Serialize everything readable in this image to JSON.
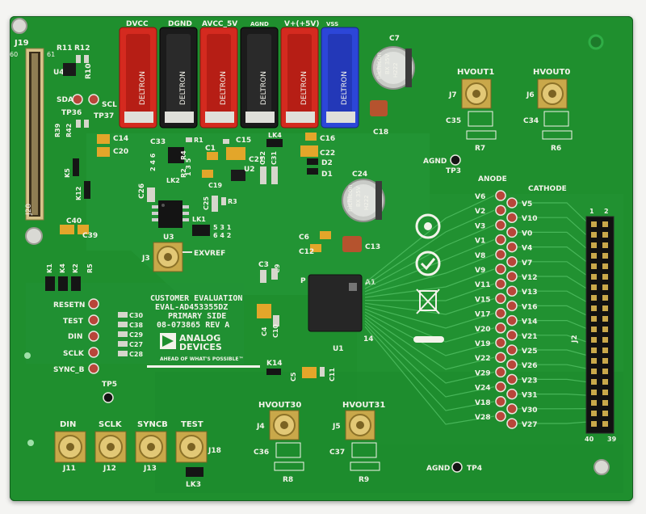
{
  "colors": {
    "board": "#1f8f2e",
    "board_dark": "#167024",
    "copper": "#2aa33a",
    "silk": "#f3f3ea",
    "red_post": "#d42a1f",
    "black_post": "#1b1b1b",
    "blue_post": "#2c46d8",
    "gold": "#c9a84a"
  },
  "labels": {
    "post_dvcc": "DVCC",
    "post_dgnd": "DGND",
    "post_avcc": "AVCC_5V",
    "post_agnd": "AGND",
    "post_vp": "V+(+5V)",
    "post_vss": "VSS",
    "brand": "DELTRON",
    "j19": "J19",
    "j20": "J20",
    "n60": "60",
    "n61": "61",
    "n1": "1",
    "n2": "2",
    "n40": "40",
    "n39": "39",
    "r11": "R11",
    "r12": "R12",
    "r10": "R10",
    "u4": "U4",
    "sda": "SDA",
    "scl": "SCL",
    "tp36": "TP36",
    "tp37": "TP37",
    "r39": "R39",
    "r42": "R42",
    "c14": "C14",
    "c20": "C20",
    "k5": "K5",
    "k12": "K12",
    "c40": "C40",
    "c39": "C39",
    "c33": "C33",
    "r1": "R1",
    "r4": "R4",
    "r2": "R2",
    "r3": "R3",
    "c15": "C15",
    "c1": "C1",
    "c21": "C21",
    "c19": "C19",
    "u2": "U2",
    "c32": "C32",
    "c31": "C31",
    "lk4": "LK4",
    "c16": "C16",
    "c22": "C22",
    "d2": "D2",
    "d1": "D1",
    "lk2": "LK2",
    "num246": "2 4 6",
    "num135": "1 3 5",
    "c26": "C26",
    "c25": "C25",
    "u3": "U3",
    "lk1": "LK1",
    "num531": "5 3 1",
    "num642": "6 4 2",
    "j3": "J3",
    "exvref": "EXVREF",
    "c3": "C3",
    "c9": "C9",
    "c6": "C6",
    "c12": "C12",
    "c13": "C13",
    "c7": "C7",
    "c18": "C18",
    "c24": "C24",
    "cap_brand": "nichicon",
    "cap_val1": "10",
    "cap_val2": "BX 35V",
    "cap_code": "H222",
    "hvout1": "HVOUT1",
    "hvout0": "HVOUT0",
    "j7": "J7",
    "j6": "J6",
    "c35": "C35",
    "c34": "C34",
    "r7": "R7",
    "r6": "R6",
    "agnd_label": "AGND",
    "tp3": "TP3",
    "tp4": "TP4",
    "anode": "ANODE",
    "cathode": "CATHODE",
    "j2": "J2",
    "k1": "K1",
    "k4": "K4",
    "k2": "K2",
    "r5": "R5",
    "resetn": "RESETN",
    "test": "TEST",
    "din": "DIN",
    "sclk": "SCLK",
    "sync_b": "SYNC_B",
    "c30": "C30",
    "c38": "C38",
    "c29": "C29",
    "c27": "C27",
    "c28": "C28",
    "title1": "CUSTOMER EVALUATION",
    "title2": "EVAL-AD453355DZ",
    "title3": "PRIMARY SIDE",
    "title4": "08-073865 REV A",
    "logo_line1": "ANALOG",
    "logo_line2": "DEVICES",
    "tagline": "AHEAD OF WHAT'S POSSIBLE™",
    "c4": "C4",
    "c10": "C10",
    "u1": "U1",
    "p": "P",
    "a1": "A1",
    "n14": "14",
    "k14": "K14",
    "c5": "C5",
    "c11": "C11",
    "tp5": "TP5",
    "hvout30": "HVOUT30",
    "hvout31": "HVOUT31",
    "j4": "J4",
    "j5": "J5",
    "c36": "C36",
    "c37": "C37",
    "r8": "R8",
    "r9": "R9",
    "sma_din": "DIN",
    "sma_sclk": "SCLK",
    "sma_syncb": "SYNCB",
    "sma_test": "TEST",
    "j11": "J11",
    "j12": "J12",
    "j13": "J13",
    "j18": "J18",
    "lk3": "LK3"
  },
  "pins_left": [
    "V6",
    "V2",
    "V3",
    "V1",
    "V8",
    "V9",
    "V11",
    "V15",
    "V17",
    "V20",
    "V19",
    "V22",
    "V29",
    "V24",
    "V18",
    "V28"
  ],
  "pins_right": [
    "V5",
    "V10",
    "V0",
    "V4",
    "V7",
    "V12",
    "V13",
    "V16",
    "V14",
    "V21",
    "V25",
    "V26",
    "V23",
    "V31",
    "V30",
    "V27"
  ]
}
